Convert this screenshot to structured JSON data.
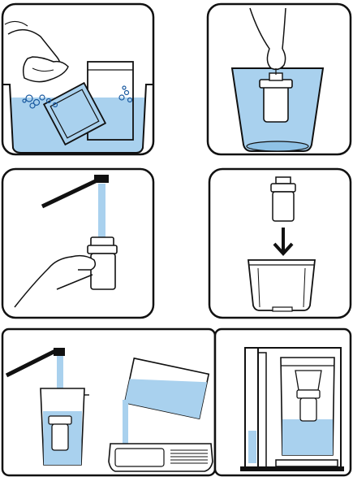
{
  "colors": {
    "ink": "#111111",
    "water": "#a9d1ee",
    "water_dark": "#8fc2e6",
    "panel_bg": "#ffffff"
  },
  "panels": [
    {
      "name": "step-rinse-parts-in-basin"
    },
    {
      "name": "step-soak-filter-in-container"
    },
    {
      "name": "step-flush-filter-under-tap"
    },
    {
      "name": "step-insert-filter-into-holder"
    },
    {
      "name": "step-fill-and-discard-water"
    },
    {
      "name": "step-place-jug-in-appliance"
    }
  ]
}
